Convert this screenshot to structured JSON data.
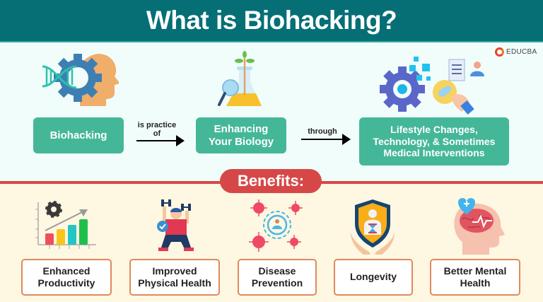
{
  "header": {
    "title": "What is Biohacking?"
  },
  "brand": {
    "logo_text": "EDUCBA"
  },
  "flow": {
    "steps": [
      {
        "label": "Biohacking",
        "icon": "dna-gear-head-icon"
      },
      {
        "label": "Enhancing Your Biology",
        "icon": "flask-magnifier-icon"
      },
      {
        "label": "Lifestyle Changes, Technology, & Sometimes Medical Interventions",
        "icon": "tech-medical-icon"
      }
    ],
    "connectors": [
      {
        "label": "is practice of"
      },
      {
        "label": "through"
      }
    ]
  },
  "benefits": {
    "title": "Benefits:",
    "items": [
      {
        "label": "Enhanced Productivity",
        "icon": "growth-chart-icon"
      },
      {
        "label": "Improved Physical Health",
        "icon": "weightlifter-icon"
      },
      {
        "label": "Disease Prevention",
        "icon": "virus-shield-icon"
      },
      {
        "label": "Longevity",
        "icon": "hourglass-shield-icon"
      },
      {
        "label": "Better Mental Health",
        "icon": "brain-heart-icon"
      }
    ]
  },
  "colors": {
    "header_bg": "#066f76",
    "accent_green": "#45b799",
    "accent_red": "#d64848",
    "top_bg": "#f1fdfa",
    "bottom_bg": "#fef7e2",
    "box_border": "#e08a5a"
  }
}
